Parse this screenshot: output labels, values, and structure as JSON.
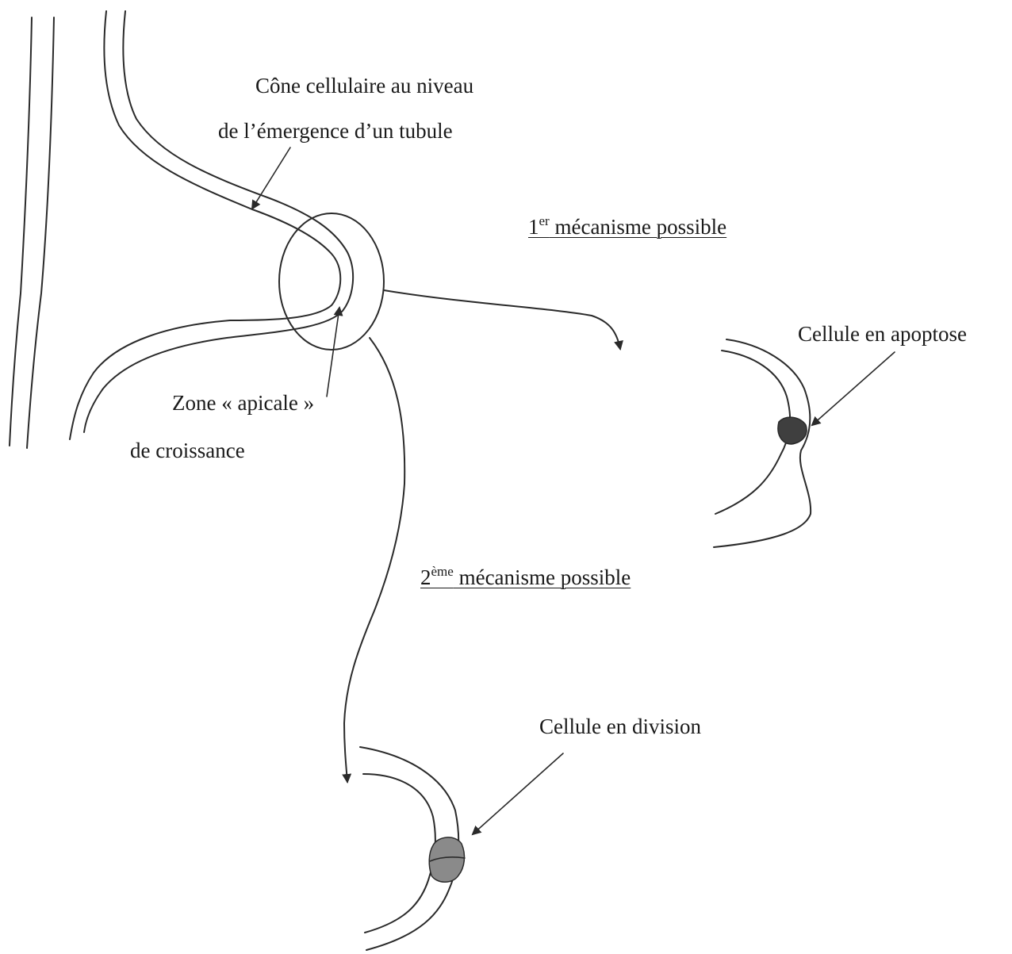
{
  "labels": {
    "cone_line1": "Cône cellulaire au niveau",
    "cone_line2": "de l’émergence d’un tubule",
    "mech1_num": "1",
    "mech1_sup": "er",
    "mech1_text": " mécanisme possible",
    "mech2_num": "2",
    "mech2_sup": "ème",
    "mech2_text": " mécanisme possible",
    "zone_line1": "Zone « apicale »",
    "zone_line2": "de croissance",
    "apoptosis": "Cellule en apoptose",
    "division": "Cellule en division"
  },
  "colors": {
    "stroke": "#2a2a2a",
    "apoptotic_cell": "#3f3f3f",
    "dividing_cell": "#8a8a8a",
    "text": "#1a1a1a"
  }
}
